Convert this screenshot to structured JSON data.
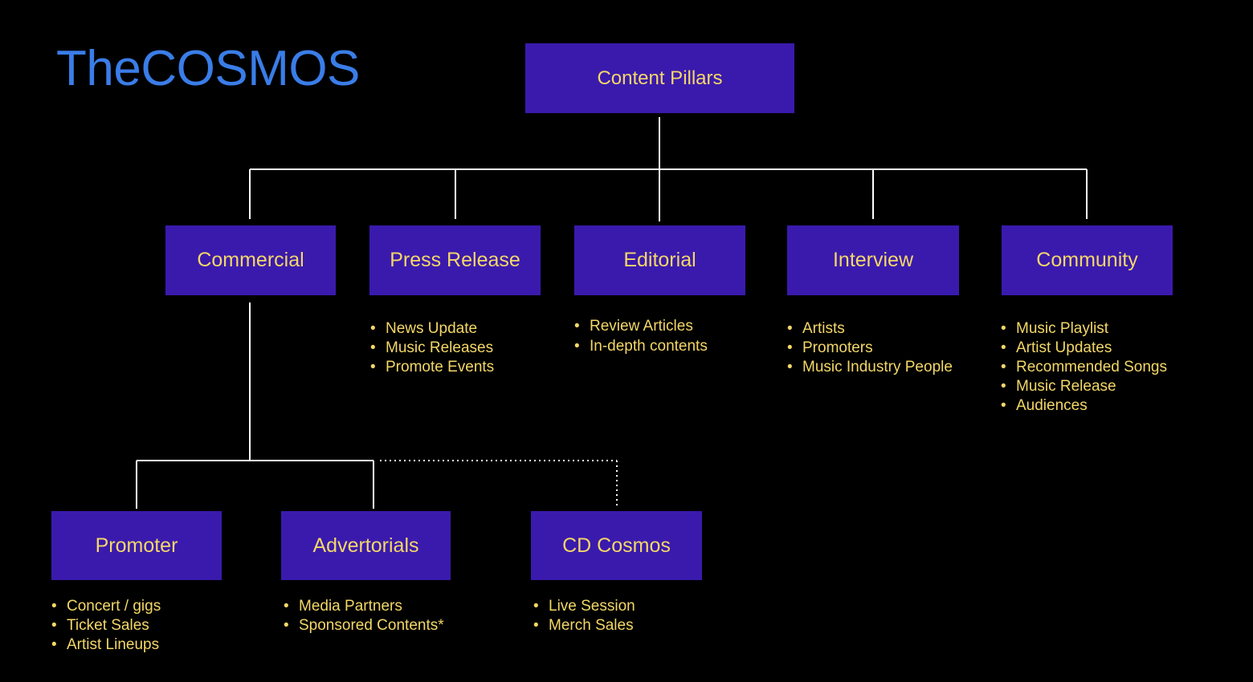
{
  "brand": {
    "logo_text": "TheCOSMOS"
  },
  "root": {
    "label": "Content Pillars"
  },
  "pillars": [
    {
      "label": "Commercial",
      "items": []
    },
    {
      "label": "Press Release",
      "items": [
        "News Update",
        "Music Releases",
        "Promote Events"
      ]
    },
    {
      "label": "Editorial",
      "items": [
        "Review Articles",
        "In-depth contents"
      ]
    },
    {
      "label": "Interview",
      "items": [
        "Artists",
        "Promoters",
        "Music Industry People"
      ]
    },
    {
      "label": "Community",
      "items": [
        "Music Playlist",
        "Artist Updates",
        "Recommended Songs",
        "Music Release",
        "Audiences"
      ]
    }
  ],
  "commercial_children": [
    {
      "label": "Promoter",
      "items": [
        "Concert / gigs",
        "Ticket Sales",
        "Artist Lineups"
      ]
    },
    {
      "label": "Advertorials",
      "items": [
        "Media Partners",
        "Sponsored Contents*"
      ]
    },
    {
      "label": "CD Cosmos",
      "items": [
        "Live Session",
        "Merch Sales"
      ]
    }
  ],
  "colors": {
    "background": "#000000",
    "node_fill": "#3a1aad",
    "node_text": "#f3d768",
    "logo": "#3a7de8",
    "connector": "#ffffff"
  }
}
